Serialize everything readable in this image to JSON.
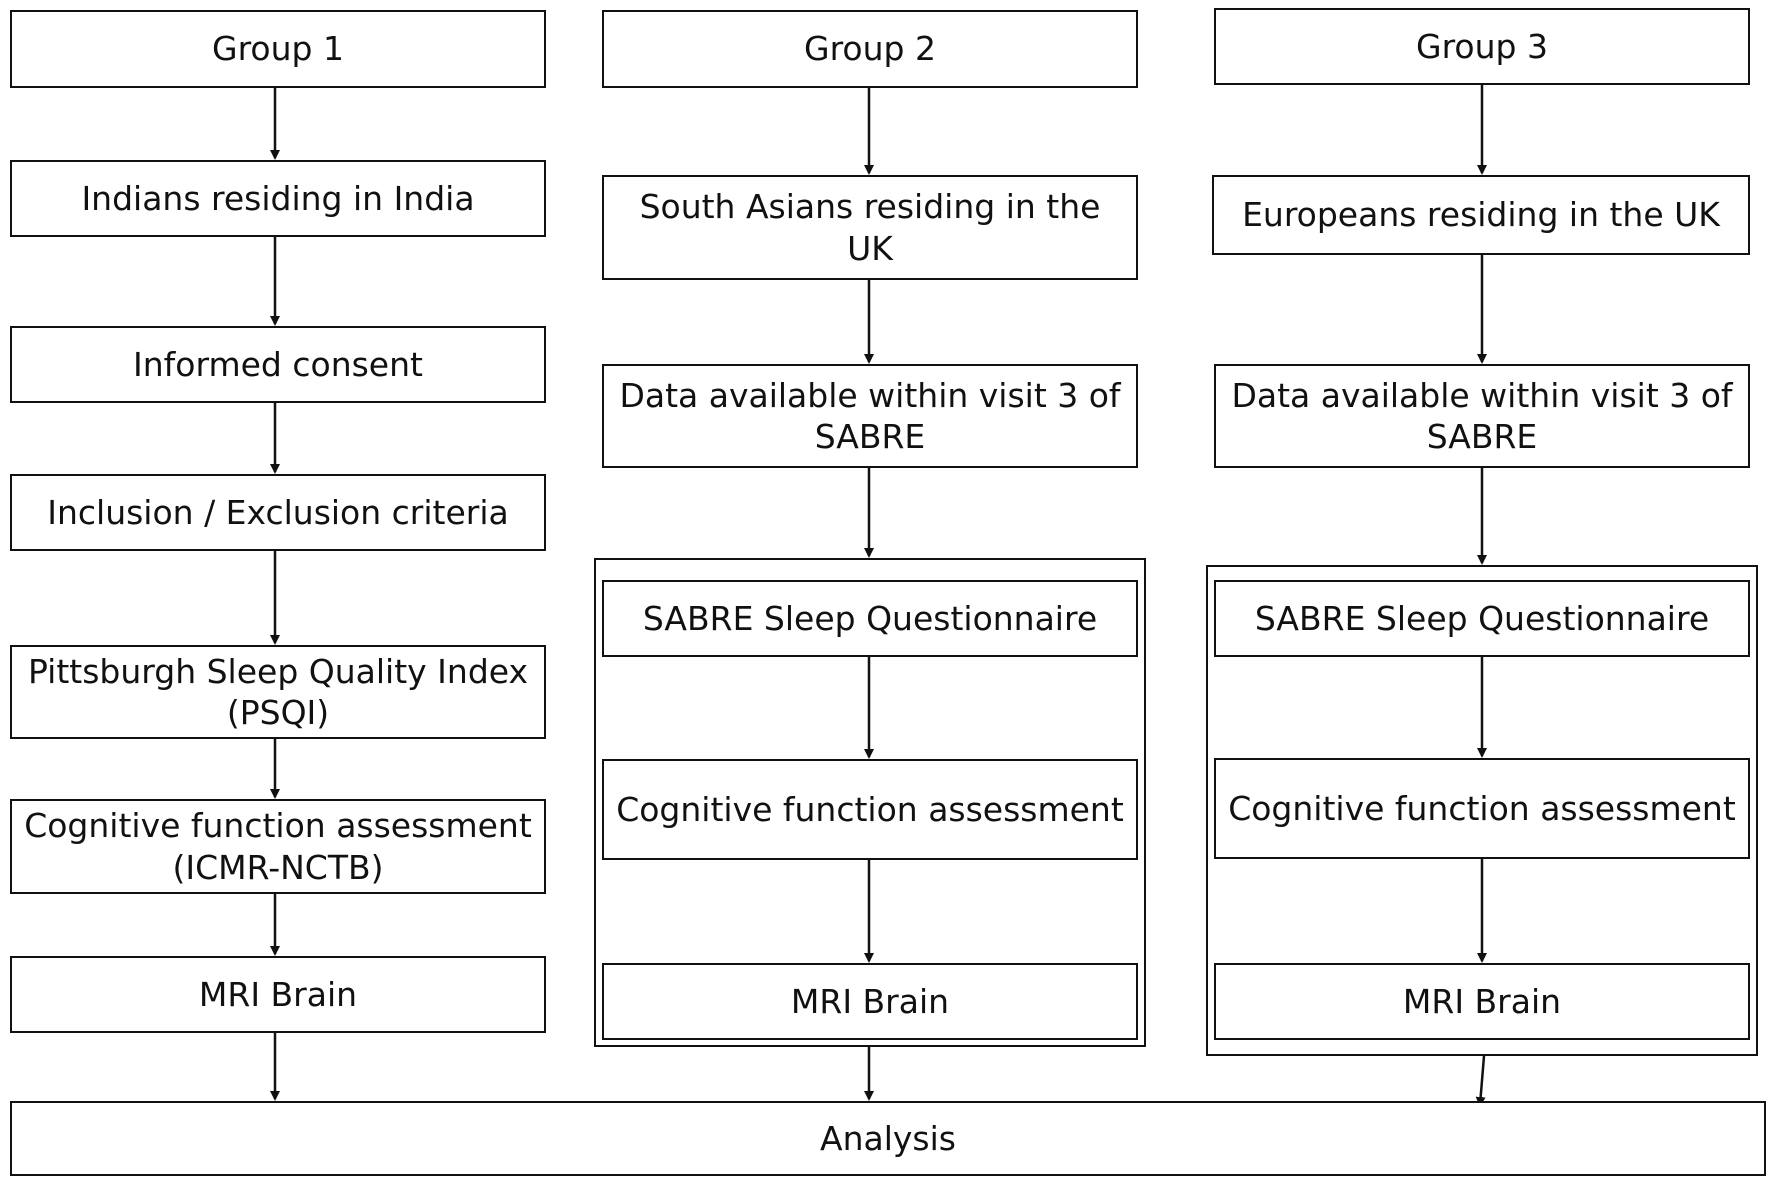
{
  "group1": {
    "title": "Group 1",
    "steps": [
      "Indians residing in India",
      "Informed consent",
      "Inclusion / Exclusion criteria",
      "Pittsburgh Sleep Quality Index\n(PSQI)",
      "Cognitive function assessment\n(ICMR-NCTB)",
      "MRI Brain"
    ]
  },
  "group2": {
    "title": "Group 2",
    "steps": [
      "South Asians residing in the UK",
      "Data available within visit 3 of\nSABRE"
    ],
    "sub_steps": [
      "SABRE Sleep Questionnaire",
      "Cognitive function assessment",
      "MRI Brain"
    ]
  },
  "group3": {
    "title": "Group 3",
    "steps": [
      "Europeans residing in the UK",
      "Data available within visit 3 of\nSABRE"
    ],
    "sub_steps": [
      "SABRE Sleep Questionnaire",
      "Cognitive function assessment",
      "MRI Brain"
    ]
  },
  "final": {
    "label": "Analysis"
  }
}
